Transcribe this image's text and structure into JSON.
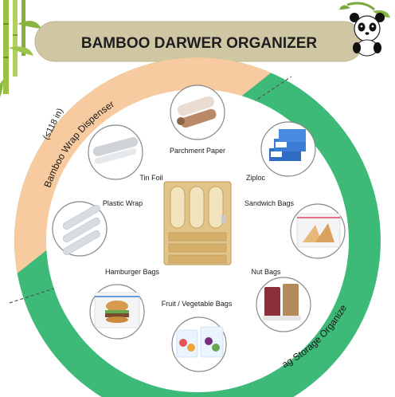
{
  "title": "BAMBOO DARWER ORGANIZER",
  "arc_labels": {
    "wrap_dispenser": "Bamboo Wrap Dispenser",
    "wrap_note": "(≤118 in)",
    "bag_storage": "Bag Storage Organizer"
  },
  "items": [
    {
      "label": "Parchment Paper",
      "icon": "parchment-roll-icon"
    },
    {
      "label": "Tin Foil",
      "icon": "foil-roll-icon"
    },
    {
      "label": "Ziploc",
      "icon": "ziploc-boxes-icon"
    },
    {
      "label": "Plastic Wrap",
      "icon": "plastic-wrap-icon"
    },
    {
      "label": "Sandwich Bags",
      "icon": "sandwich-bag-icon"
    },
    {
      "label": "Hamburger Bags",
      "icon": "hamburger-bag-icon"
    },
    {
      "label": "Nut Bags",
      "icon": "nut-bag-icon"
    },
    {
      "label": "Fruit / Vegetable Bags",
      "icon": "produce-bag-icon"
    }
  ],
  "colors": {
    "peach": "#f7caa0",
    "green": "#3db978",
    "banner": "#cfc7a4",
    "bamboo": "#e2c489"
  },
  "decor": {
    "left": "bamboo-stalks-icon",
    "right": "panda-icon",
    "center": "bamboo-organizer-icon"
  }
}
